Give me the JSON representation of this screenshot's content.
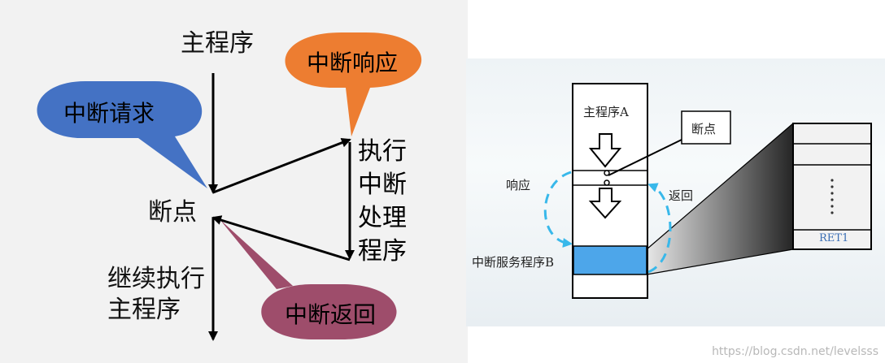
{
  "left_diagram": {
    "main_program": "主程序",
    "breakpoint": "断点",
    "continue_line1": "继续执行",
    "continue_line2": "主程序",
    "handler_chars": [
      "执行",
      "中断",
      "处理",
      "程序"
    ],
    "bubble_request": "中断请求",
    "bubble_response": "中断响应",
    "bubble_return": "中断返回",
    "colors": {
      "request_bubble": "#4472c4",
      "response_bubble": "#ed7d31",
      "return_bubble": "#9e4d6b"
    }
  },
  "right_diagram": {
    "main_program_a": "主程序A",
    "breakpoint": "断点",
    "response": "响应",
    "return": "返回",
    "isr_b": "中断服务程序B",
    "ret": "RET1",
    "colors": {
      "isr_block": "#4da6ea",
      "arc": "#38b8ea"
    }
  },
  "watermark": "https://blog.csdn.net/levelsss"
}
